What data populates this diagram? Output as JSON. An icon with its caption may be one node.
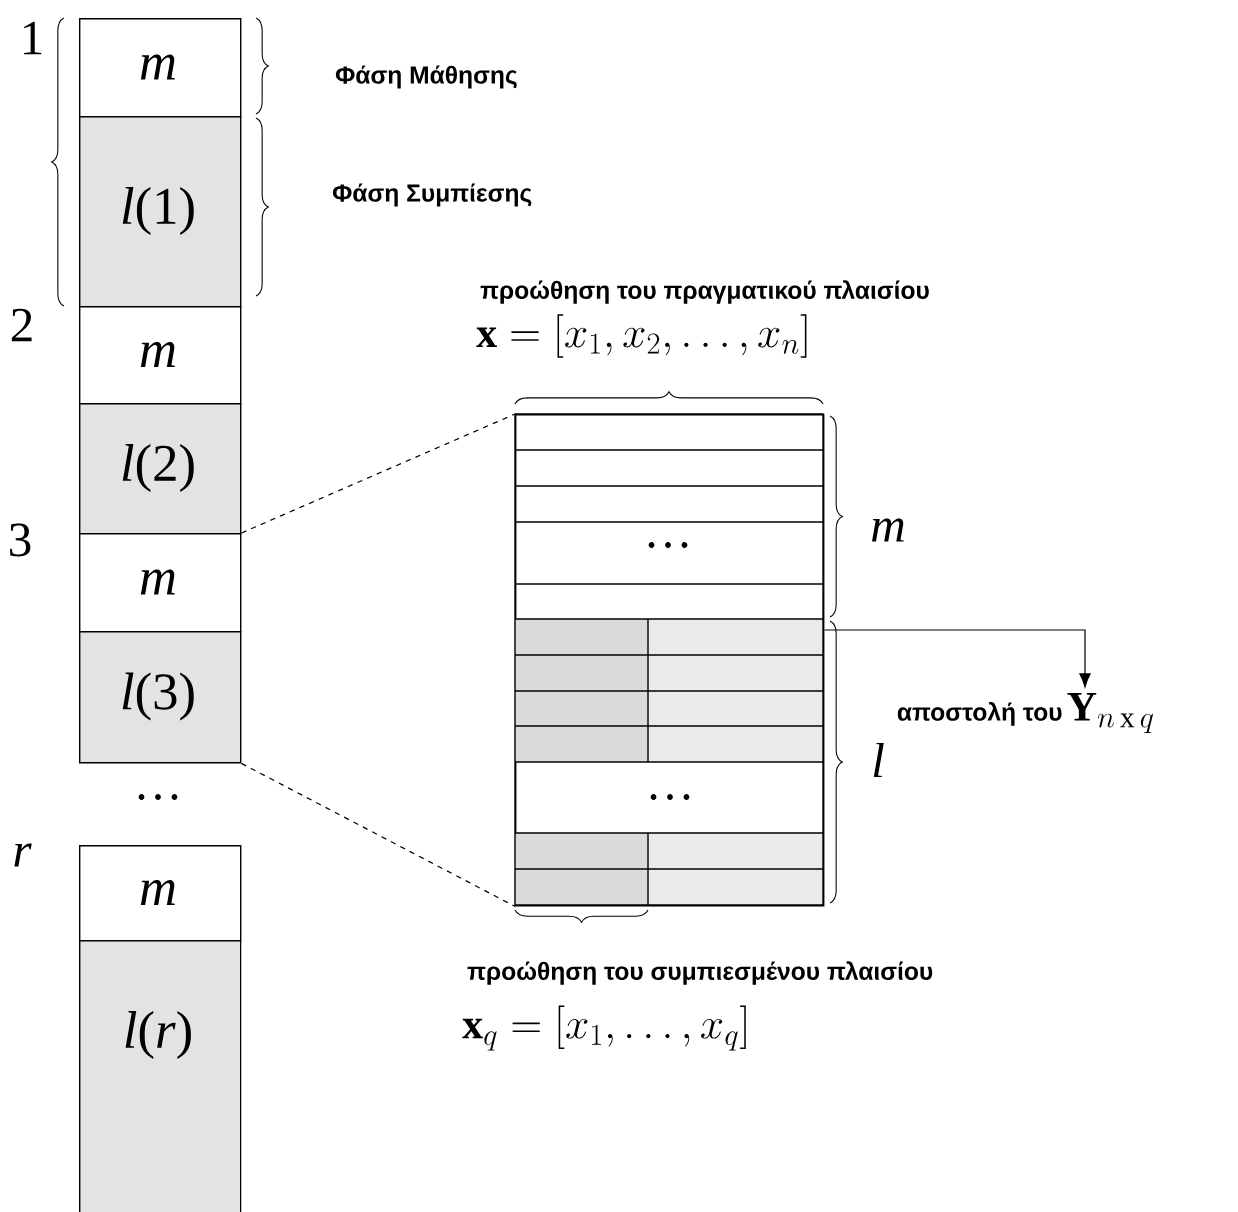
{
  "diagram": {
    "nodes": [
      {
        "text": [
          "m"
        ]
      },
      {
        "text": [
          "*l*(1)"
        ]
      },
      {
        "text": [
          "m"
        ]
      },
      {
        "text": [
          "*l*(2)"
        ]
      },
      {
        "text": [
          "m"
        ]
      },
      {
        "text": [
          "*l*(3)"
        ]
      },
      {
        "text": [
          "m"
        ]
      },
      {
        "text": [
          "*l*(*r*)"
        ]
      },
      {
        "text": [],
        "shape": "box"
      },
      {
        "text": [
          "αποστολή του",
          "\\mathbf{Y}_{n\\,\\mathrm{x}\\,q}"
        ]
      }
    ],
    "edges": [
      {
        "from": 4,
        "to": 8,
        "arrow": "none",
        "style": "dashed"
      },
      {
        "from": 5,
        "to": 8,
        "arrow": "none",
        "style": "dashed"
      },
      {
        "from": 8,
        "to": 9,
        "arrow": "to"
      }
    ],
    "labels": [
      "1",
      "Φάση Μάθησης",
      "Φάση Συμπίεσης",
      "προώθηση του πραγματικού πλαισίου",
      "\\mathbf{x} = [x_1, x_2, \\ldots, x_n]",
      "2",
      "m",
      "…",
      "3",
      "l",
      "…",
      "…",
      "r",
      "προώθηση του συμπιεσμένου πλαισίου",
      "\\mathbf{x}_q = [x_1, \\ldots, x_q]"
    ]
  }
}
